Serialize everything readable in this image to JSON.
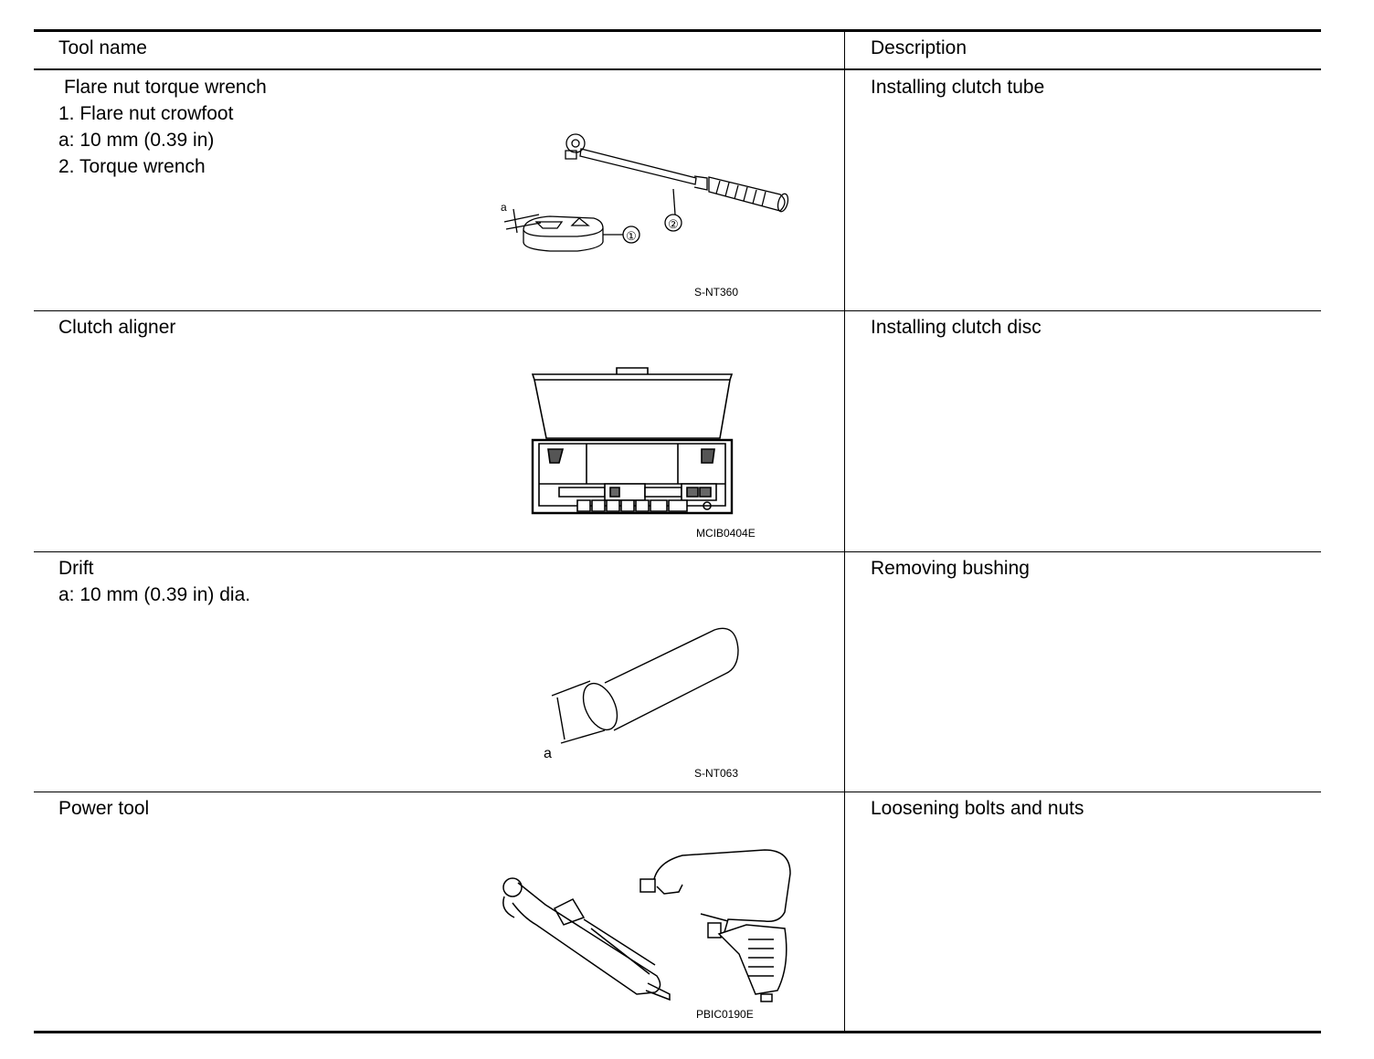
{
  "table": {
    "headers": {
      "tool_name": "Tool name",
      "description": "Description"
    },
    "rows": [
      {
        "name": "Flare nut torque wrench",
        "details": [
          "1. Flare nut crowfoot",
          "a: 10 mm (0.39 in)",
          "2. Torque wrench"
        ],
        "description": "Installing clutch tube",
        "image_code": "S-NT360",
        "callouts": [
          "a",
          "①",
          "②"
        ]
      },
      {
        "name": "Clutch aligner",
        "details": [],
        "description": "Installing clutch disc",
        "image_code": "MCIB0404E"
      },
      {
        "name": "Drift",
        "details": [
          "a: 10 mm (0.39 in) dia."
        ],
        "description": "Removing bushing",
        "image_code": "S-NT063",
        "callouts": [
          "a"
        ]
      },
      {
        "name": "Power tool",
        "details": [],
        "description": "Loosening bolts and nuts",
        "image_code": "PBIC0190E"
      }
    ]
  }
}
